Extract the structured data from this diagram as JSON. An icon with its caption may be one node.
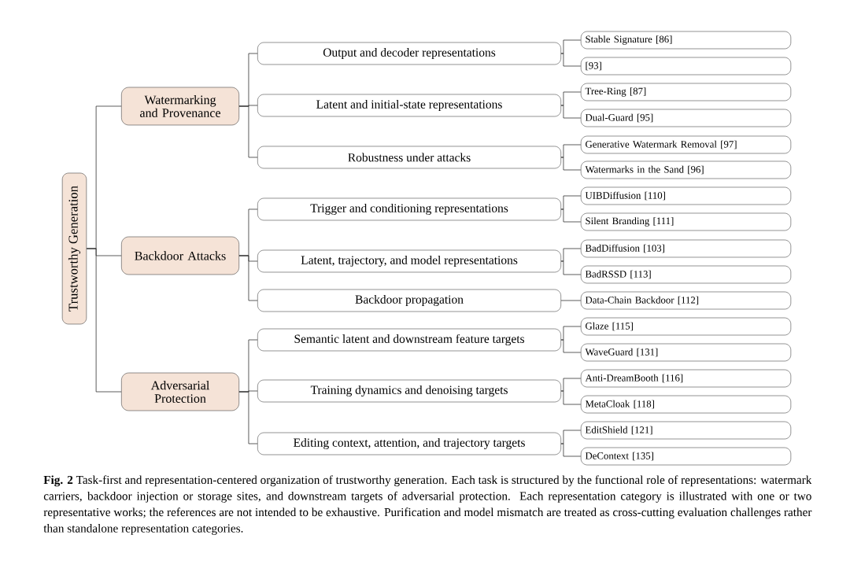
{
  "diagram": {
    "caption": "**Fig. 2** Task-first and representation-centered organization of trustworthy generation. Each task is structured by the functional role of representations: watermark carriers, backdoor injection or storage sites, and downstream targets of adversarial protection. Each representation category is illustrated with one or two representative works; the references are not intended to be exhaustive. Purification and model mismatch are treated as cross-cutting evaluation challenges rather than standalone representation categories.",
    "nodes": [
      {
        "text": [
          "Trustworthy Generation"
        ]
      },
      {
        "text": [
          "Watermarking and Provenance"
        ]
      },
      {
        "text": [
          "Backdoor Attacks"
        ]
      },
      {
        "text": [
          "Adversarial Protection"
        ]
      },
      {
        "text": [
          "Output and decoder representations"
        ]
      },
      {
        "text": [
          "Latent and initial-state representations"
        ]
      },
      {
        "text": [
          "Robustness under attacks"
        ]
      },
      {
        "text": [
          "Trigger and conditioning representations"
        ]
      },
      {
        "text": [
          "Latent, trajectory, and model representations"
        ]
      },
      {
        "text": [
          "Backdoor propagation"
        ]
      },
      {
        "text": [
          "Semantic latent and downstream feature targets"
        ]
      },
      {
        "text": [
          "Training dynamics and denoising targets"
        ]
      },
      {
        "text": [
          "Editing context, attention, and trajectory targets"
        ]
      },
      {
        "text": [
          "Stable Signature [86]"
        ]
      },
      {
        "text": [
          "[93]"
        ]
      },
      {
        "text": [
          "Tree-Ring [87]"
        ]
      },
      {
        "text": [
          "Dual-Guard [95]"
        ]
      },
      {
        "text": [
          "Generative Watermark Removal [97]"
        ]
      },
      {
        "text": [
          "Watermarks in the Sand [96]"
        ]
      },
      {
        "text": [
          "UIBDiffusion [110]"
        ]
      },
      {
        "text": [
          "Silent Branding [111]"
        ]
      },
      {
        "text": [
          "BadDiffusion [103]"
        ]
      },
      {
        "text": [
          "BadRSSD [113]"
        ]
      },
      {
        "text": [
          "Data-Chain Backdoor [112]"
        ]
      },
      {
        "text": [
          "Glaze [115]"
        ]
      },
      {
        "text": [
          "WaveGuard [131]"
        ]
      },
      {
        "text": [
          "Anti-DreamBooth [116]"
        ]
      },
      {
        "text": [
          "MetaCloak [118]"
        ]
      },
      {
        "text": [
          "EditShield [121]"
        ]
      },
      {
        "text": [
          "DeContext [135]"
        ]
      }
    ],
    "edges": [
      {
        "from": 0,
        "to": 1,
        "arrow": "none"
      },
      {
        "from": 0,
        "to": 2,
        "arrow": "none"
      },
      {
        "from": 0,
        "to": 3,
        "arrow": "none"
      },
      {
        "from": 1,
        "to": 4,
        "arrow": "none"
      },
      {
        "from": 1,
        "to": 5,
        "arrow": "none"
      },
      {
        "from": 1,
        "to": 6,
        "arrow": "none"
      },
      {
        "from": 2,
        "to": 7,
        "arrow": "none"
      },
      {
        "from": 2,
        "to": 8,
        "arrow": "none"
      },
      {
        "from": 2,
        "to": 9,
        "arrow": "none"
      },
      {
        "from": 3,
        "to": 10,
        "arrow": "none"
      },
      {
        "from": 3,
        "to": 11,
        "arrow": "none"
      },
      {
        "from": 3,
        "to": 12,
        "arrow": "none"
      },
      {
        "from": 4,
        "to": 13,
        "arrow": "none"
      },
      {
        "from": 4,
        "to": 14,
        "arrow": "none"
      },
      {
        "from": 5,
        "to": 15,
        "arrow": "none"
      },
      {
        "from": 5,
        "to": 16,
        "arrow": "none"
      },
      {
        "from": 6,
        "to": 17,
        "arrow": "none"
      },
      {
        "from": 6,
        "to": 18,
        "arrow": "none"
      },
      {
        "from": 7,
        "to": 19,
        "arrow": "none"
      },
      {
        "from": 7,
        "to": 20,
        "arrow": "none"
      },
      {
        "from": 8,
        "to": 21,
        "arrow": "none"
      },
      {
        "from": 8,
        "to": 22,
        "arrow": "none"
      },
      {
        "from": 9,
        "to": 23,
        "arrow": "none"
      },
      {
        "from": 10,
        "to": 24,
        "arrow": "none"
      },
      {
        "from": 10,
        "to": 25,
        "arrow": "none"
      },
      {
        "from": 11,
        "to": 26,
        "arrow": "none"
      },
      {
        "from": 11,
        "to": 27,
        "arrow": "none"
      },
      {
        "from": 12,
        "to": 28,
        "arrow": "none"
      },
      {
        "from": 12,
        "to": 29,
        "arrow": "none"
      }
    ]
  }
}
